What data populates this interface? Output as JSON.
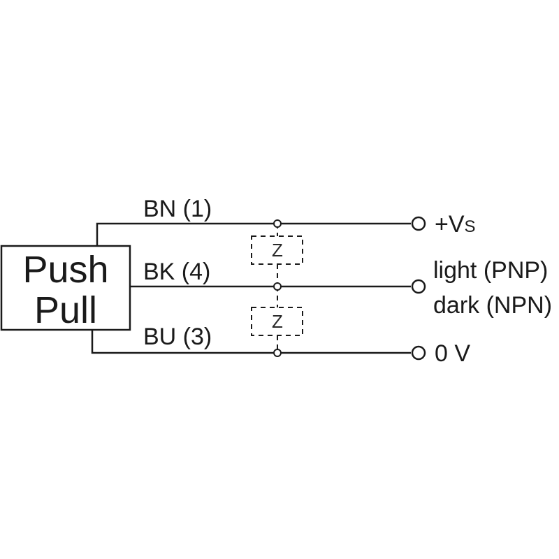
{
  "device": {
    "line1": "Push",
    "line2": "Pull"
  },
  "wires": {
    "bn": "BN (1)",
    "bk": "BK (4)",
    "bu": "BU (3)"
  },
  "terminals": {
    "vs_plus": "+V",
    "vs_sub": "S",
    "output_line1": "light (PNP)",
    "output_line2": "dark (NPN)",
    "ground": "0 V"
  },
  "loads": {
    "upper": "Z",
    "lower": "Z"
  }
}
